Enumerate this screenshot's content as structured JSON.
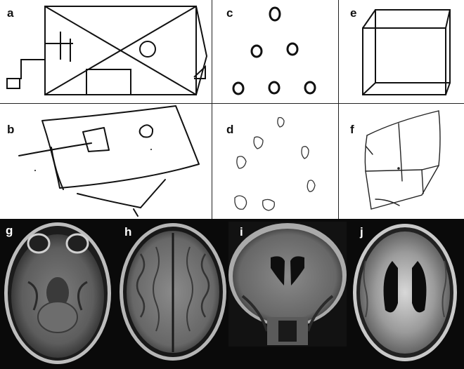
{
  "figure": {
    "panels": [
      {
        "id": "a",
        "label": "a",
        "content": "copied-complex-figure"
      },
      {
        "id": "b",
        "label": "b",
        "content": "patient-complex-figure-drawing"
      },
      {
        "id": "c",
        "label": "c",
        "content": "copied-circles-pattern"
      },
      {
        "id": "d",
        "label": "d",
        "content": "patient-circles-drawing"
      },
      {
        "id": "e",
        "label": "e",
        "content": "copied-wire-cube"
      },
      {
        "id": "f",
        "label": "f",
        "content": "patient-cube-drawing"
      },
      {
        "id": "g",
        "label": "g",
        "content": "axial-mri-temporal-lobes"
      },
      {
        "id": "h",
        "label": "h",
        "content": "axial-mri-vertex"
      },
      {
        "id": "i",
        "label": "i",
        "content": "coronal-mri"
      },
      {
        "id": "j",
        "label": "j",
        "content": "axial-flair-mri-ventricles"
      }
    ],
    "colors": {
      "ink": "#111111",
      "mri_background": "#0a0a0a",
      "divider": "#222222"
    }
  }
}
